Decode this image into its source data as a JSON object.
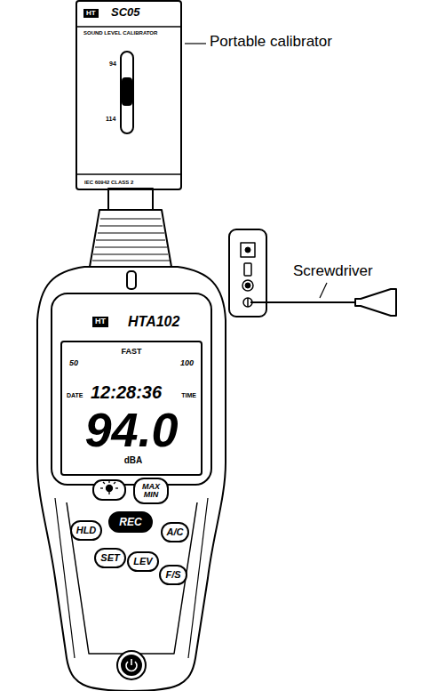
{
  "diagram": {
    "nodes": [
      {
        "text": [
          "HT",
          "SC05",
          "SOUND LEVEL CALIBRATOR",
          "94",
          "114",
          "IEC 60942 CLASS 2"
        ]
      },
      {
        "text": [
          "FAST",
          "50",
          "100",
          "DATE",
          "12:28:36",
          "TIME",
          "94.0",
          "dBA"
        ]
      },
      {
        "text": [
          "MAX MIN"
        ]
      },
      {
        "text": [
          "HLD"
        ]
      },
      {
        "text": [
          "REC"
        ]
      },
      {
        "text": [
          "A/C"
        ]
      },
      {
        "text": [
          "SET"
        ]
      },
      {
        "text": [
          "LEV"
        ]
      },
      {
        "text": [
          "F/S"
        ]
      }
    ],
    "labels": [
      "HT",
      "HTA102",
      "Portable calibrator",
      "Screwdriver"
    ]
  }
}
